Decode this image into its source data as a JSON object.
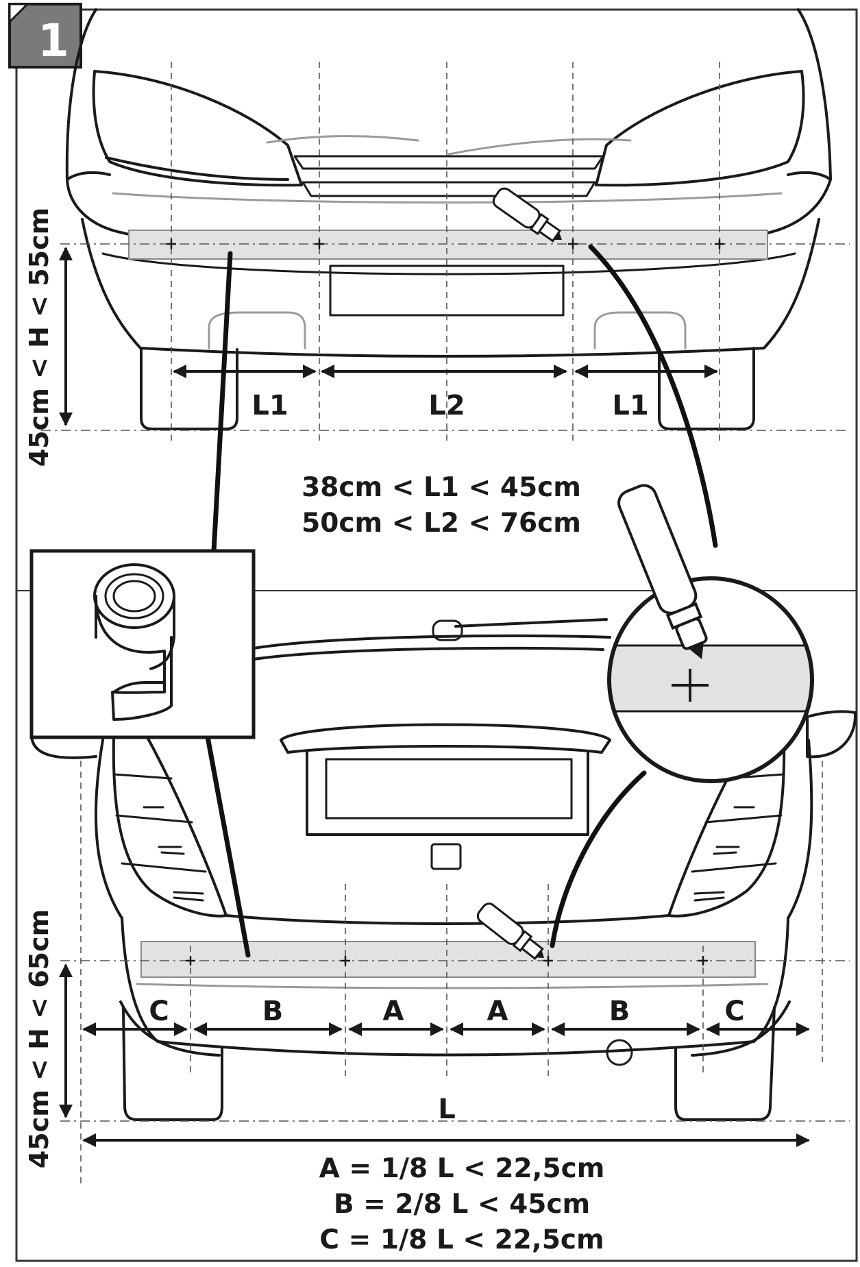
{
  "step_number": "1",
  "front": {
    "dim_labels": [
      "L1",
      "L2",
      "L1"
    ],
    "height_label": "45cm < H < 55cm",
    "condition_1": "38cm < L1 < 45cm",
    "condition_2": "50cm < L2 < 76cm"
  },
  "rear": {
    "dim_labels": [
      "C",
      "B",
      "A",
      "A",
      "B",
      "C"
    ],
    "total_label": "L",
    "height_label": "45cm < H < 65cm",
    "formula_1": "A = 1/8 L < 22,5cm",
    "formula_2": "B = 2/8 L < 45cm",
    "formula_3": "C = 1/8 L < 22,5cm"
  },
  "icons": [
    "adhesive-tape-roll-icon",
    "marker-pen-icon",
    "cross-mark-icon"
  ]
}
